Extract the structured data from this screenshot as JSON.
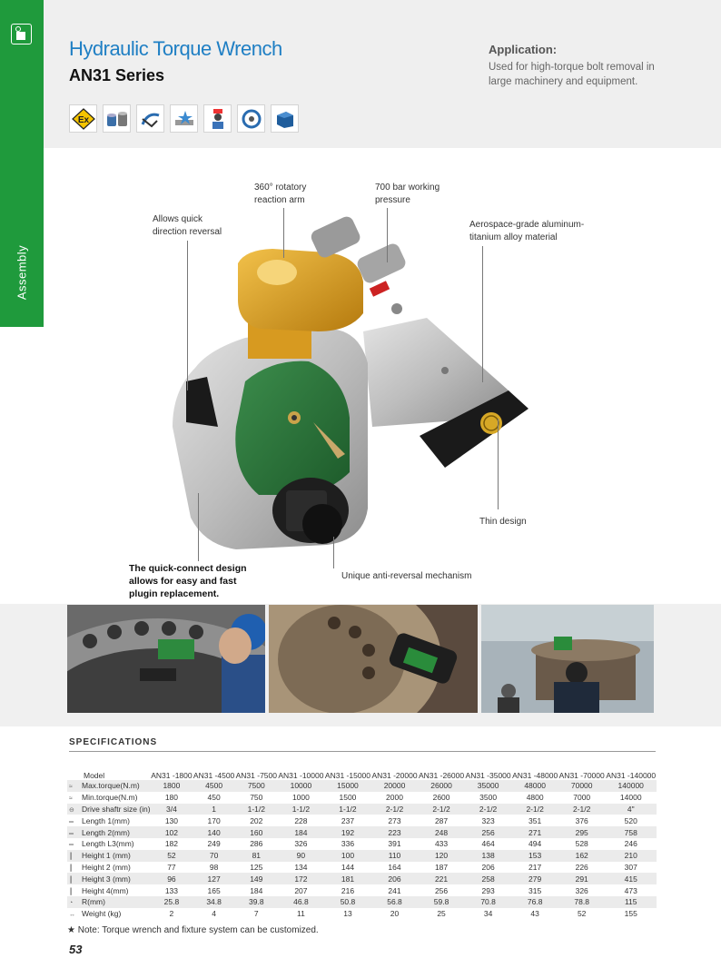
{
  "side": {
    "label": "Assembly"
  },
  "header": {
    "title": "Hydraulic Torque Wrench",
    "subtitle": "AN31 Series",
    "application_heading": "Application:",
    "application_text": "Used for high-torque bolt removal in large machinery and equipment."
  },
  "feature_icons": [
    "ex-explosion-proof-icon",
    "quick-coupler-icon",
    "reversal-icon",
    "lightweight-icon",
    "operator-icon",
    "rotation-icon",
    "compact-body-icon"
  ],
  "callouts": {
    "reaction_arm": "360° rotatory reaction arm",
    "pressure": "700 bar working pressure",
    "reversal": "Allows quick direction reversal",
    "material": "Aerospace-grade aluminum-titanium alloy material",
    "thin": "Thin design",
    "quick_connect": "The quick-connect design allows for easy and fast plugin replacement.",
    "anti_reversal": "Unique anti-reversal mechanism"
  },
  "specs": {
    "title": "SPECIFICATIONS",
    "model_label": "Model",
    "models": [
      "AN31 -1800",
      "AN31 -4500",
      "AN31 -7500",
      "AN31 -10000",
      "AN31 -15000",
      "AN31 -20000",
      "AN31 -26000",
      "AN31 -35000",
      "AN31 -48000",
      "AN31 -70000",
      "AN31 -140000"
    ],
    "rows": [
      {
        "icon": "torque-icon",
        "label": "Max.torque(N.m)",
        "values": [
          "1800",
          "4500",
          "7500",
          "10000",
          "15000",
          "20000",
          "26000",
          "35000",
          "48000",
          "70000",
          "140000"
        ]
      },
      {
        "icon": "torque-icon",
        "label": "Min.torque(N.m)",
        "values": [
          "180",
          "450",
          "750",
          "1000",
          "1500",
          "2000",
          "2600",
          "3500",
          "4800",
          "7000",
          "14000"
        ]
      },
      {
        "icon": "drive-icon",
        "label": "Drive shaftr size (in)",
        "values": [
          "3/4",
          "1",
          "1-1/2",
          "1-1/2",
          "1-1/2",
          "2-1/2",
          "2-1/2",
          "2-1/2",
          "2-1/2",
          "2-1/2",
          "4\""
        ]
      },
      {
        "icon": "ruler-icon",
        "label": "Length 1(mm)",
        "values": [
          "130",
          "170",
          "202",
          "228",
          "237",
          "273",
          "287",
          "323",
          "351",
          "376",
          "520"
        ]
      },
      {
        "icon": "ruler-icon",
        "label": "Length 2(mm)",
        "values": [
          "102",
          "140",
          "160",
          "184",
          "192",
          "223",
          "248",
          "256",
          "271",
          "295",
          "758"
        ]
      },
      {
        "icon": "ruler-icon",
        "label": "Length L3(mm)",
        "values": [
          "182",
          "249",
          "286",
          "326",
          "336",
          "391",
          "433",
          "464",
          "494",
          "528",
          "246"
        ]
      },
      {
        "icon": "height-icon",
        "label": "Height 1 (mm)",
        "values": [
          "52",
          "70",
          "81",
          "90",
          "100",
          "110",
          "120",
          "138",
          "153",
          "162",
          "210"
        ]
      },
      {
        "icon": "height-icon",
        "label": "Height 2 (mm)",
        "values": [
          "77",
          "98",
          "125",
          "134",
          "144",
          "164",
          "187",
          "206",
          "217",
          "226",
          "307"
        ]
      },
      {
        "icon": "height-icon",
        "label": "Height 3 (mm)",
        "values": [
          "96",
          "127",
          "149",
          "172",
          "181",
          "206",
          "221",
          "258",
          "279",
          "291",
          "415"
        ]
      },
      {
        "icon": "height-icon",
        "label": "Height 4(mm)",
        "values": [
          "133",
          "165",
          "184",
          "207",
          "216",
          "241",
          "256",
          "293",
          "315",
          "326",
          "473"
        ]
      },
      {
        "icon": "radius-icon",
        "label": "R(mm)",
        "values": [
          "25.8",
          "34.8",
          "39.8",
          "46.8",
          "50.8",
          "56.8",
          "59.8",
          "70.8",
          "76.8",
          "78.8",
          "115"
        ]
      },
      {
        "icon": "weight-icon",
        "label": "Weight (kg)",
        "values": [
          "2",
          "4",
          "7",
          "11",
          "13",
          "20",
          "25",
          "34",
          "43",
          "52",
          "155"
        ]
      }
    ]
  },
  "note": "★ Note: Torque wrench and fixture system can be customized.",
  "page_number": "53"
}
